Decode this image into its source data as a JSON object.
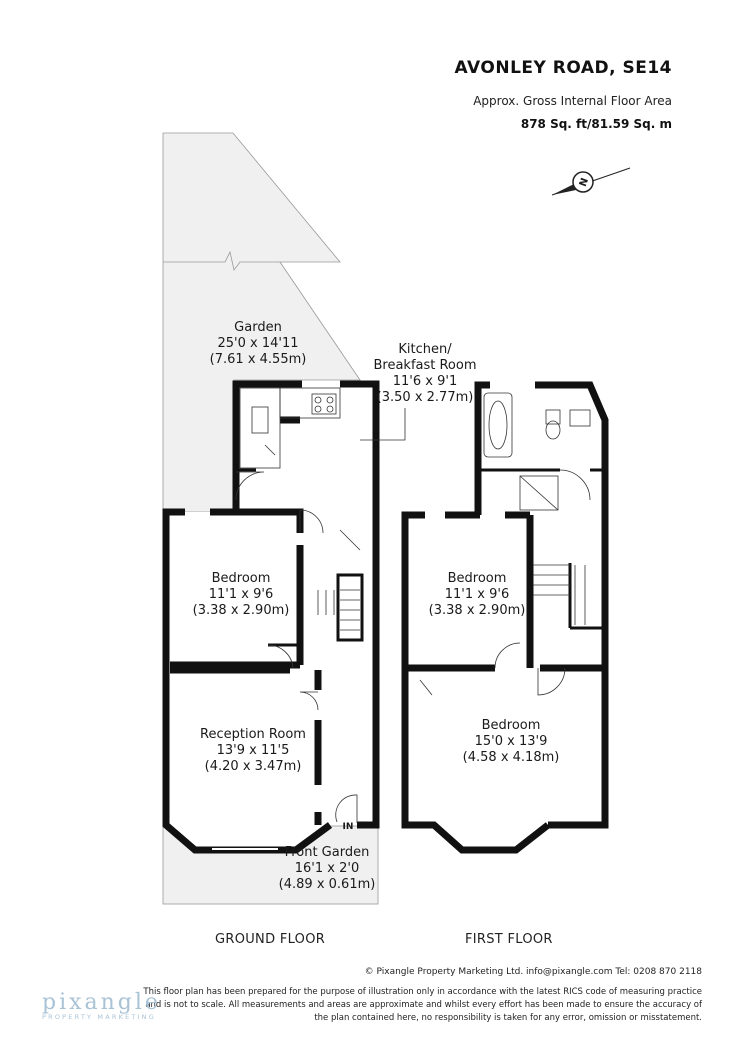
{
  "header": {
    "title": "AVONLEY ROAD, SE14",
    "subtitle": "Approx. Gross Internal Floor Area",
    "area": "878 Sq. ft/81.59 Sq. m"
  },
  "compass": {
    "label": "N"
  },
  "rooms": {
    "garden": {
      "name": "Garden",
      "imperial": "25'0 x 14'11",
      "metric": "(7.61 x 4.55m)"
    },
    "kitchen": {
      "name_line1": "Kitchen/",
      "name_line2": "Breakfast Room",
      "imperial": "11'6 x 9'1",
      "metric": "(3.50 x 2.77m)"
    },
    "ground_bedroom": {
      "name": "Bedroom",
      "imperial": "11'1 x 9'6",
      "metric": "(3.38 x 2.90m)"
    },
    "reception": {
      "name": "Reception Room",
      "imperial": "13'9 x 11'5",
      "metric": "(4.20 x 3.47m)"
    },
    "front_garden": {
      "name": "Front Garden",
      "imperial": "16'1 x 2'0",
      "metric": "(4.89 x 0.61m)"
    },
    "first_bedroom_rear": {
      "name": "Bedroom",
      "imperial": "11'1 x 9'6",
      "metric": "(3.38 x 2.90m)"
    },
    "first_bedroom_front": {
      "name": "Bedroom",
      "imperial": "15'0 x 13'9",
      "metric": "(4.58 x 4.18m)"
    }
  },
  "entrance_label": "IN",
  "floors": {
    "ground": "GROUND FLOOR",
    "first": "FIRST FLOOR"
  },
  "footer": {
    "copyright": "© Pixangle Property Marketing Ltd. info@pixangle.com Tel: 0208 870 2118",
    "disclaimer": "This floor plan has been prepared for the purpose of illustration only in accordance with the latest RICS code of measuring practice and is not to scale. All measurements and areas are approximate and whilst every effort has been made to ensure the accuracy of the plan contained here, no responsibility is taken for any error, omission or misstatement.",
    "logo_name": "pixangle",
    "logo_sub": "PROPERTY MARKETING"
  }
}
